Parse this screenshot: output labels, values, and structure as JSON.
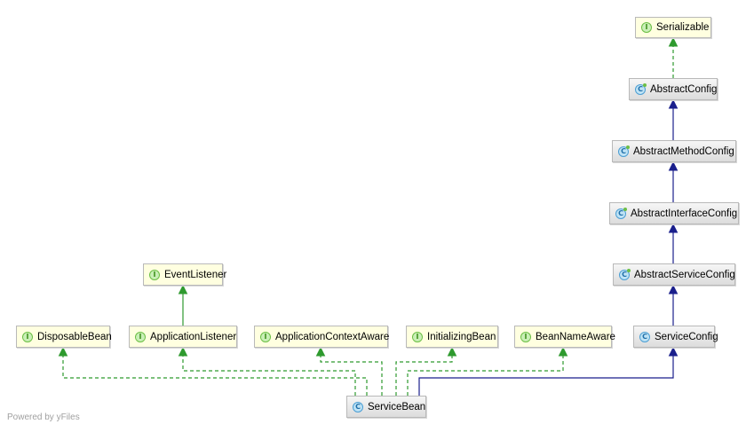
{
  "nodes": {
    "serializable": {
      "label": "Serializable",
      "kind": "interface"
    },
    "abstract_config": {
      "label": "AbstractConfig",
      "kind": "abstract"
    },
    "abstract_method_config": {
      "label": "AbstractMethodConfig",
      "kind": "abstract"
    },
    "abstract_interface_config": {
      "label": "AbstractInterfaceConfig",
      "kind": "abstract"
    },
    "abstract_service_config": {
      "label": "AbstractServiceConfig",
      "kind": "abstract"
    },
    "service_config": {
      "label": "ServiceConfig",
      "kind": "class"
    },
    "event_listener": {
      "label": "EventListener",
      "kind": "interface"
    },
    "disposable_bean": {
      "label": "DisposableBean",
      "kind": "interface"
    },
    "application_listener": {
      "label": "ApplicationListener",
      "kind": "interface"
    },
    "application_context_aware": {
      "label": "ApplicationContextAware",
      "kind": "interface"
    },
    "initializing_bean": {
      "label": "InitializingBean",
      "kind": "interface"
    },
    "bean_name_aware": {
      "label": "BeanNameAware",
      "kind": "interface"
    },
    "service_bean": {
      "label": "ServiceBean",
      "kind": "class"
    }
  },
  "badges": {
    "interface": "I",
    "class": "C",
    "abstract": "C"
  },
  "edges": [
    {
      "from": "abstract_config",
      "to": "serializable",
      "type": "implements"
    },
    {
      "from": "abstract_method_config",
      "to": "abstract_config",
      "type": "extends"
    },
    {
      "from": "abstract_interface_config",
      "to": "abstract_method_config",
      "type": "extends"
    },
    {
      "from": "abstract_service_config",
      "to": "abstract_interface_config",
      "type": "extends"
    },
    {
      "from": "service_config",
      "to": "abstract_service_config",
      "type": "extends"
    },
    {
      "from": "application_listener",
      "to": "event_listener",
      "type": "extends-interface"
    },
    {
      "from": "service_bean",
      "to": "disposable_bean",
      "type": "implements"
    },
    {
      "from": "service_bean",
      "to": "application_listener",
      "type": "implements"
    },
    {
      "from": "service_bean",
      "to": "application_context_aware",
      "type": "implements"
    },
    {
      "from": "service_bean",
      "to": "initializing_bean",
      "type": "implements"
    },
    {
      "from": "service_bean",
      "to": "bean_name_aware",
      "type": "implements"
    },
    {
      "from": "service_bean",
      "to": "service_config",
      "type": "extends"
    }
  ],
  "colors": {
    "implements": "#2e9a2e",
    "extends": "#1a1f8c",
    "extends_interface": "#2e9a2e"
  },
  "footer": "Powered by yFiles"
}
